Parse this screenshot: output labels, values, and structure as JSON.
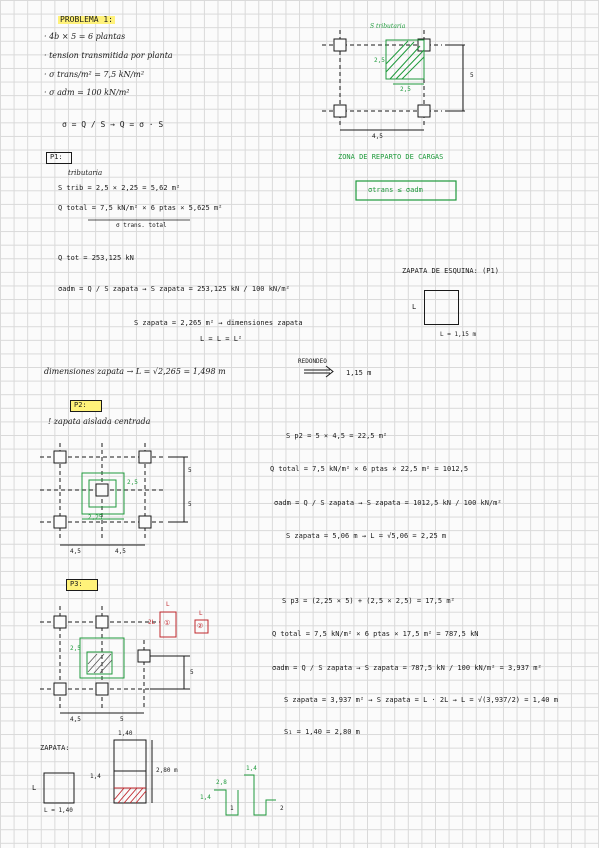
{
  "title": "PROBLEMA 1:",
  "intro": {
    "bullets": [
      "· 4b × 5 = 6 plantas",
      "· tension transmitida por planta",
      "· σ trans/m² = 7,5 kN/m²",
      "· σ adm = 100 kN/m²"
    ],
    "formula": "σ = Q / S  →  Q = σ · S"
  },
  "diagram_top": {
    "label_sec": "S tributaria",
    "dims": {
      "a": "2,5",
      "b": "2,5",
      "c": "4,5",
      "d": "5"
    },
    "caption": "ZONA DE REPARTO DE CARGAS",
    "box_label": "σtrans ≤ σadm"
  },
  "p1": {
    "tag": "P1:",
    "trib_note": "tributaria",
    "lines": [
      "S trib = 2,5 × 2,25 = 5,62 m²",
      "Q total = 7,5 kN/m² × 6 ptas × 5,625 m²",
      "σ trans. total",
      "Q tot = 253,125 kN",
      "σadm =  Q / S zapata  →  S zapata = 253,125 kN / 100 kN/m²",
      "S zapata = 2,265 m²  →  dimensiones zapata",
      "L = L = L²",
      "dimensiones zapata → L = √2,265 = 1,498 m",
      "1,15 m"
    ],
    "redondeo": "REDONDEO",
    "zapata_esquina": "ZAPATA DE ESQUINA: (P1)",
    "side_l": "L",
    "size_note": "L = 1,15 m"
  },
  "p2": {
    "tag": "P2:",
    "subtitle": "! zapata aislada centrada",
    "lines": [
      "S p2 = 5 × 4,5 = 22,5 m²",
      "Q total = 7,5 kN/m² × 6 ptas × 22,5 m² = 1012,5",
      "σadm =  Q / S zapata  →  S zapata = 1012,5 kN / 100 kN/m²",
      "S zapata = 5,06 m  →  L = √5,06 = 2,25 m"
    ],
    "dims": {
      "a": "4,5",
      "b": "4,5",
      "c": "5",
      "d": "5",
      "e": "2,5",
      "f": "2,25"
    }
  },
  "p3": {
    "tag": "P3:",
    "lines": [
      "S p3 = (2,25 × 5) + (2,5 × 2,5) = 17,5 m²",
      "Q total = 7,5 kN/m² × 6 ptas × 17,5 m² = 787,5 kN",
      "σadm =  Q / S zapata  →  S zapata = 787,5 kN / 100 kN/m² = 3,937 m²",
      "S zapata = 3,937 m²  →  S zapata = L · 2L  →  L = √(3,937/2) = 1,40 m",
      "S₁ = 1,40 = 2,80 m"
    ],
    "labels": {
      "c1": "①",
      "c2": "②",
      "r1": "2L",
      "r2": "L",
      "r3": "L"
    },
    "dims": {
      "a": "4,5",
      "b": "5",
      "c": "5",
      "d": "2,5"
    },
    "zapata_label": "ZAPATA:",
    "zap_dims": {
      "w": "1,40",
      "h": "2,80 m",
      "side": "1,4",
      "left": "L",
      "bottom": "L = 1,40"
    },
    "small_dims": {
      "a": "1,4",
      "b": "2,8",
      "c": "1,4",
      "d": "1",
      "e": "2"
    }
  }
}
